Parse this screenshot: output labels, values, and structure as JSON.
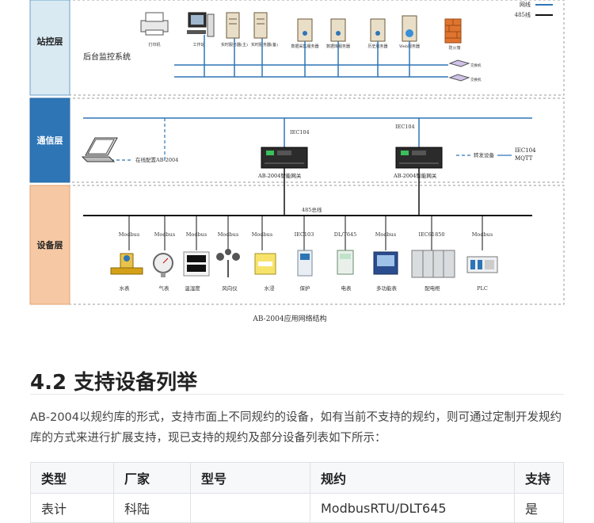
{
  "diagram": {
    "legend": [
      "网线",
      "485线"
    ],
    "layers": [
      "站控层",
      "通信层",
      "设备层"
    ],
    "station_devices": [
      "打印机",
      "工作站",
      "实时服务器(主)",
      "实时服务器(备)",
      "数据采集服务器",
      "数据库服务器",
      "历史服务器",
      "Web服务器",
      "防火墙"
    ],
    "backend_label": "后台监控系统",
    "switch_labels": [
      "交换机",
      "交换机"
    ],
    "laptop_label": "在线配置AB-2004",
    "gateways": [
      {
        "protocol": "IEC104",
        "name": "AB-2004智能网关"
      },
      {
        "protocol": "IEC104",
        "name": "AB-2004智能网关"
      }
    ],
    "forward_label": "转发设备",
    "forward_protocols": [
      "IEC104",
      "MQTT"
    ],
    "bus_label": "485总线",
    "field_devices": [
      {
        "protocol": "Modbus",
        "name": "水表"
      },
      {
        "protocol": "Modbus",
        "name": "气表"
      },
      {
        "protocol": "Modbus",
        "name": "温湿度"
      },
      {
        "protocol": "Modbus",
        "name": "风向仪"
      },
      {
        "protocol": "Modbus",
        "name": "水浸"
      },
      {
        "protocol": "IEC103",
        "name": "保护"
      },
      {
        "protocol": "DL/T645",
        "name": "电表"
      },
      {
        "protocol": "Modbus",
        "name": "多功能表"
      },
      {
        "protocol": "IEC61850",
        "name": "配电柜"
      },
      {
        "protocol": "Modbus",
        "name": "PLC"
      }
    ],
    "caption": "AB-2004应用网络结构"
  },
  "section": {
    "heading": "4.2 支持设备列举",
    "paragraph": "AB-2004以规约库的形式，支持市面上不同规约的设备，如有当前不支持的规约，则可通过定制开发规约库的方式来进行扩展支持，现已支持的规约及部分设备列表如下所示："
  },
  "table": {
    "headers": [
      "类型",
      "厂家",
      "型号",
      "规约",
      "支持"
    ],
    "rows": [
      [
        "表计",
        "科陆",
        "",
        "ModbusRTU/DLT645",
        "是"
      ]
    ]
  }
}
